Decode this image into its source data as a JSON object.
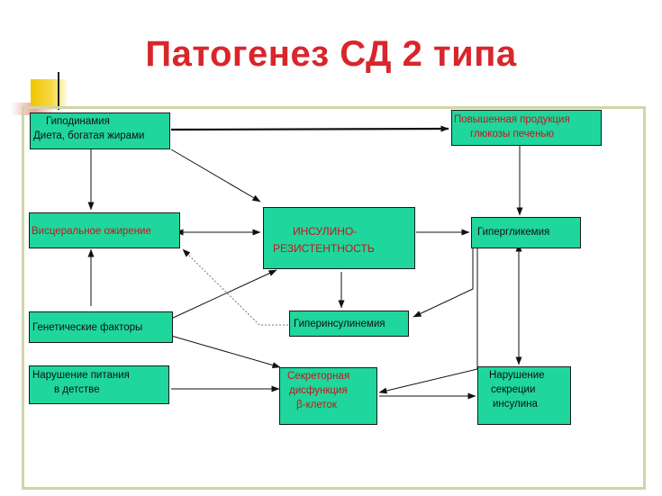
{
  "title": "Патогенез СД 2 типа",
  "boxes": {
    "lifestyle": {
      "lines": [
        "Гиподинамия",
        "Диета, богатая жирами"
      ]
    },
    "glucose": {
      "lines": [
        "Повышенная продукция",
        "глюкозы печенью"
      ]
    },
    "visceral": {
      "lines": [
        "Висцеральное ожирение"
      ]
    },
    "insulin_res": {
      "lines": [
        "ИНСУЛИНО-",
        "РЕЗИСТЕНТНОСТЬ"
      ]
    },
    "hyperglycemia": {
      "lines": [
        "Гипергликемия"
      ]
    },
    "genetic": {
      "lines": [
        "Генетические факторы"
      ]
    },
    "hyperinsulinemia": {
      "lines": [
        "Гиперинсулинемия"
      ]
    },
    "nutrition": {
      "lines": [
        "Нарушение питания",
        "в детстве"
      ]
    },
    "secretory": {
      "lines": [
        "Секреторная",
        "дисфункция",
        "β-клеток"
      ]
    },
    "secretion": {
      "lines": [
        "Нарушение",
        "секреции",
        "инсулина"
      ]
    }
  }
}
